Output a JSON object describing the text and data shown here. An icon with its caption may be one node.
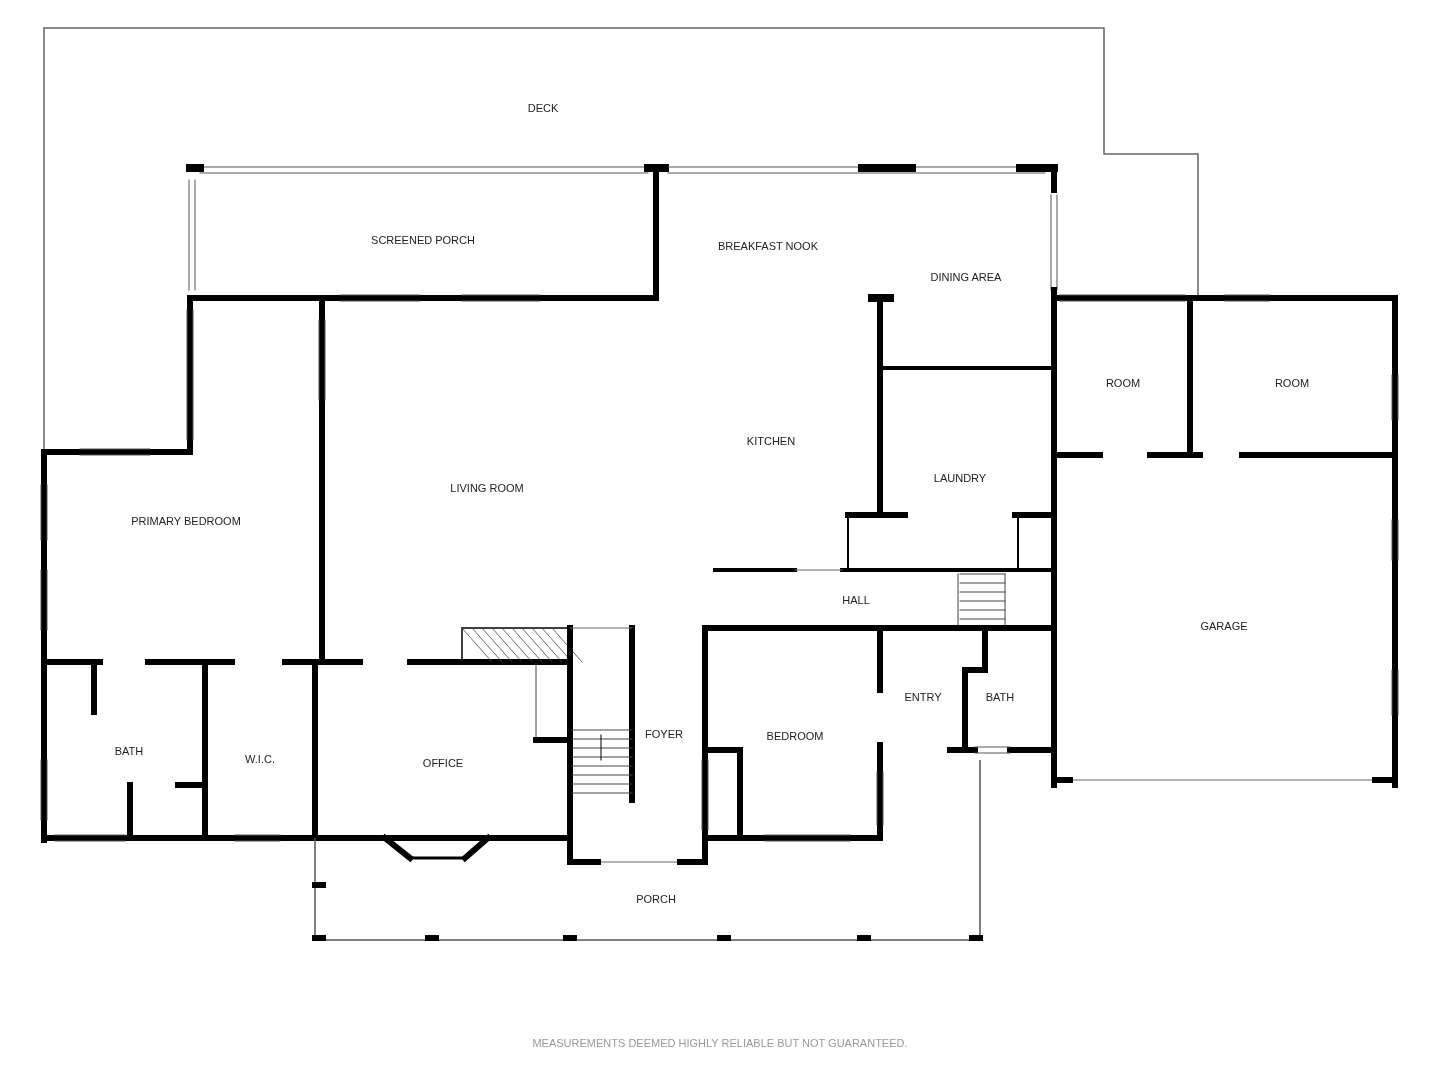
{
  "diagram": {
    "nodes": [
      {
        "text": [
          "DECK"
        ]
      },
      {
        "text": [
          "SCREENED PORCH"
        ]
      },
      {
        "text": [
          "BREAKFAST NOOK"
        ]
      },
      {
        "text": [
          "DINING AREA"
        ]
      },
      {
        "text": [
          "ROOM"
        ]
      },
      {
        "text": [
          "ROOM"
        ]
      },
      {
        "text": [
          "KITCHEN"
        ]
      },
      {
        "text": [
          "LIVING ROOM"
        ]
      },
      {
        "text": [
          "LAUNDRY"
        ]
      },
      {
        "text": [
          "PRIMARY BEDROOM"
        ]
      },
      {
        "text": [
          "GARAGE"
        ]
      },
      {
        "text": [
          "HALL"
        ]
      },
      {
        "text": [
          "ENTRY"
        ]
      },
      {
        "text": [
          "BATH"
        ]
      },
      {
        "text": [
          "FOYER"
        ]
      },
      {
        "text": [
          "BEDROOM"
        ]
      },
      {
        "text": [
          "BATH"
        ]
      },
      {
        "text": [
          "W.I.C."
        ]
      },
      {
        "text": [
          "OFFICE"
        ]
      },
      {
        "text": [
          "PORCH"
        ]
      }
    ],
    "labels": [
      "MEASUREMENTS DEEMED HIGHLY RELIABLE BUT NOT GUARANTEED."
    ]
  }
}
